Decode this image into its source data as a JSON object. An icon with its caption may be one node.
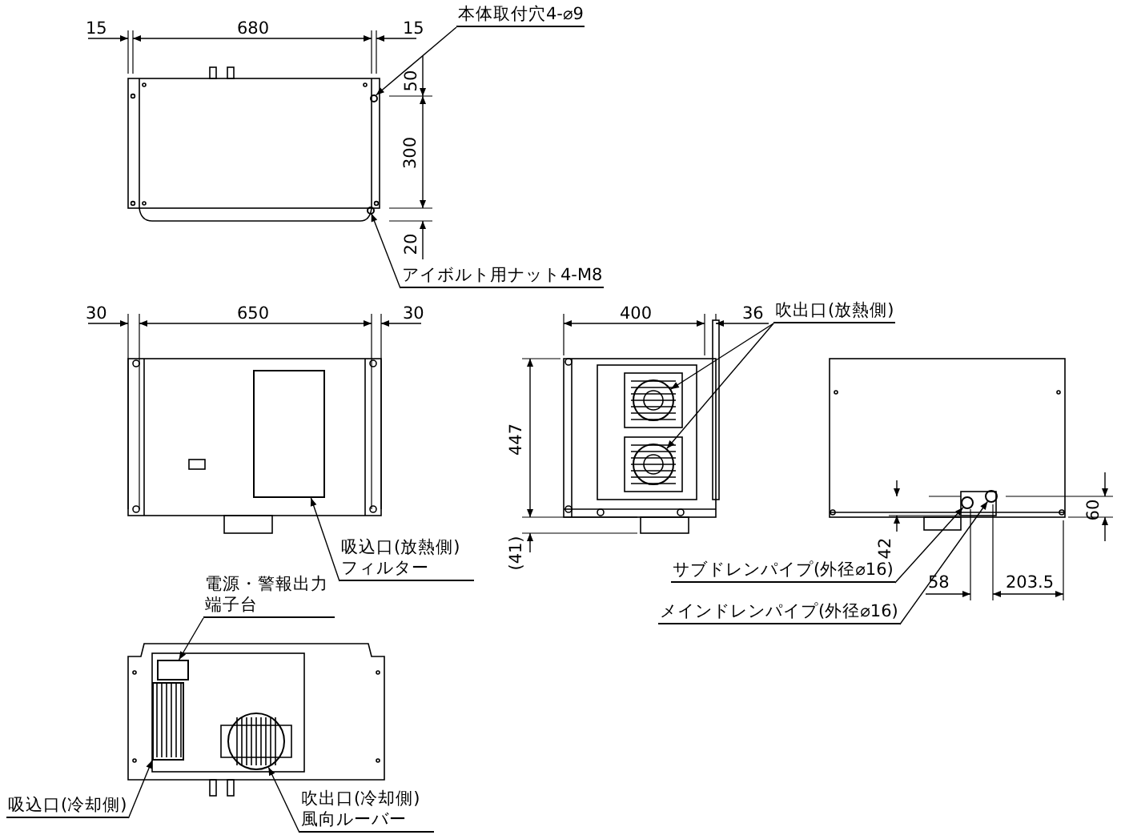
{
  "diagram": {
    "nodes": [
      {
        "text": [
          "本体取付穴4-⌀9"
        ]
      },
      {
        "text": [],
        "shape": "circle"
      },
      {
        "text": [
          "アイボルト用ナット4-M8"
        ]
      },
      {
        "text": [],
        "shape": "circle"
      },
      {
        "text": [
          "吸込口(放熱側)フィルター"
        ]
      },
      {
        "text": [],
        "shape": "box"
      },
      {
        "text": [
          "吹出口(放熱側)"
        ]
      },
      {
        "text": [],
        "shape": "circle"
      },
      {
        "text": [],
        "shape": "circle"
      },
      {
        "text": [
          "サブドレンパイプ(外径⌀16)"
        ]
      },
      {
        "text": [],
        "shape": "circle"
      },
      {
        "text": [
          "メインドレンパイプ(外径⌀16)"
        ]
      },
      {
        "text": [],
        "shape": "circle"
      },
      {
        "text": [
          "電源・警報出力端子台"
        ]
      },
      {
        "text": [],
        "shape": "box"
      },
      {
        "text": [
          "吸込口(冷却側)"
        ]
      },
      {
        "text": [],
        "shape": "box"
      },
      {
        "text": [
          "吹出口(冷却側)風向ルーバー"
        ]
      },
      {
        "text": [],
        "shape": "circle"
      }
    ],
    "edges": [
      {
        "from": 0,
        "to": 1,
        "arrow": "to"
      },
      {
        "from": 2,
        "to": 3,
        "arrow": "to"
      },
      {
        "from": 4,
        "to": 5,
        "arrow": "to"
      },
      {
        "from": 6,
        "to": 7,
        "arrow": "to"
      },
      {
        "from": 6,
        "to": 8,
        "arrow": "to"
      },
      {
        "from": 9,
        "to": 10,
        "arrow": "to"
      },
      {
        "from": 11,
        "to": 12,
        "arrow": "to"
      },
      {
        "from": 13,
        "to": 14,
        "arrow": "to"
      },
      {
        "from": 15,
        "to": 16,
        "arrow": "to"
      },
      {
        "from": 17,
        "to": 18,
        "arrow": "to"
      }
    ],
    "labels": [
      "15",
      "680",
      "15",
      "50",
      "300",
      "20",
      "30",
      "650",
      "30",
      "400",
      "36",
      "447",
      "(41)",
      "42",
      "58",
      "203.5",
      "60"
    ]
  }
}
